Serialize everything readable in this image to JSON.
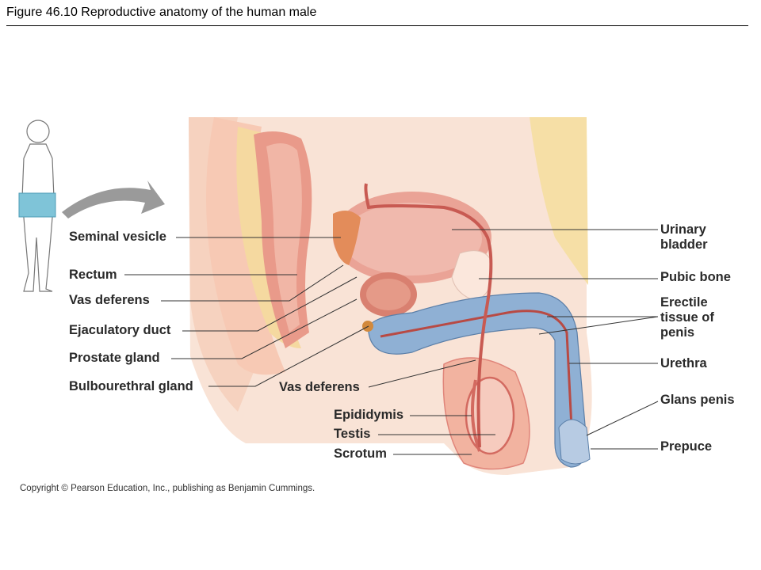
{
  "page": {
    "title": "Figure 46.10  Reproductive anatomy of the human male",
    "copyright": "Copyright © Pearson Education, Inc., publishing as Benjamin Cummings."
  },
  "labels": {
    "seminal_vesicle": "Seminal vesicle",
    "rectum": "Rectum",
    "vas_deferens_left": "Vas deferens",
    "ejaculatory_duct": "Ejaculatory duct",
    "prostate_gland": "Prostate gland",
    "bulbourethral_gland": "Bulbourethral gland",
    "vas_deferens_center": "Vas deferens",
    "epididymis": "Epididymis",
    "testis": "Testis",
    "scrotum": "Scrotum",
    "urinary_bladder_1": "Urinary",
    "urinary_bladder_2": "bladder",
    "pubic_bone": "Pubic bone",
    "erectile_1": "Erectile",
    "erectile_2": "tissue of",
    "erectile_3": "penis",
    "urethra": "Urethra",
    "glans_penis": "Glans penis",
    "prepuce": "Prepuce"
  },
  "colors": {
    "skin": "#f6d2bf",
    "tissue": "#f2b3a0",
    "organ": "#e88a7c",
    "duct": "#c85a52",
    "erectile": "#8fb0d4",
    "fat": "#f6dfa6",
    "highlight_box": "#7fc4d8",
    "arrow": "#9a9a9a",
    "leader": "#333333"
  }
}
